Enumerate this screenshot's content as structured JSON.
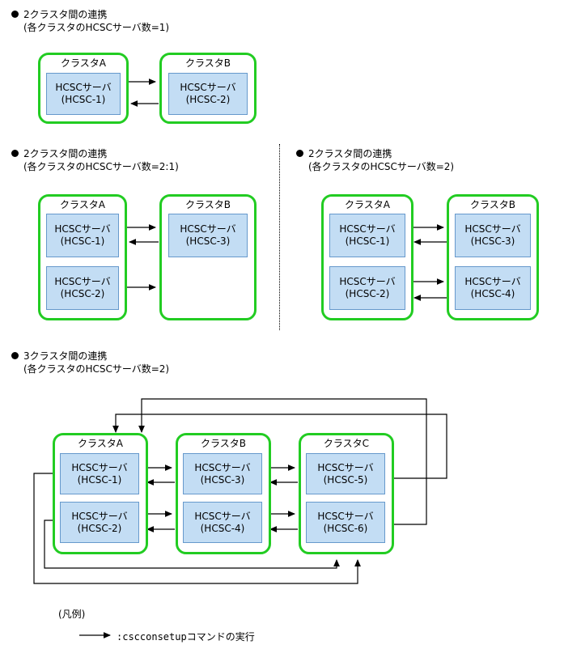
{
  "diagram": {
    "title_domain": "HCSC cluster coordination patterns",
    "colors": {
      "cluster_border": "#22cc22",
      "server_fill": "#c3ddf4",
      "server_border": "#6699cc",
      "wire": "#000000",
      "background": "#ffffff"
    }
  },
  "sections": [
    {
      "id": "s1",
      "heading_line1": "2クラスタ間の連携",
      "heading_line2": "(各クラスタのHCSCサーバ数=1)",
      "clusters": [
        {
          "label": "クラスタA",
          "servers": [
            {
              "line1": "HCSCサーバ",
              "line2": "(HCSC-1)"
            }
          ]
        },
        {
          "label": "クラスタB",
          "servers": [
            {
              "line1": "HCSCサーバ",
              "line2": "(HCSC-2)"
            }
          ]
        }
      ]
    },
    {
      "id": "s2",
      "heading_line1": "2クラスタ間の連携",
      "heading_line2": "(各クラスタのHCSCサーバ数=2:1)",
      "clusters": [
        {
          "label": "クラスタA",
          "servers": [
            {
              "line1": "HCSCサーバ",
              "line2": "(HCSC-1)"
            },
            {
              "line1": "HCSCサーバ",
              "line2": "(HCSC-2)"
            }
          ]
        },
        {
          "label": "クラスタB",
          "servers": [
            {
              "line1": "HCSCサーバ",
              "line2": "(HCSC-3)"
            }
          ]
        }
      ]
    },
    {
      "id": "s3",
      "heading_line1": "2クラスタ間の連携",
      "heading_line2": "(各クラスタのHCSCサーバ数=2)",
      "clusters": [
        {
          "label": "クラスタA",
          "servers": [
            {
              "line1": "HCSCサーバ",
              "line2": "(HCSC-1)"
            },
            {
              "line1": "HCSCサーバ",
              "line2": "(HCSC-2)"
            }
          ]
        },
        {
          "label": "クラスタB",
          "servers": [
            {
              "line1": "HCSCサーバ",
              "line2": "(HCSC-3)"
            },
            {
              "line1": "HCSCサーバ",
              "line2": "(HCSC-4)"
            }
          ]
        }
      ]
    },
    {
      "id": "s4",
      "heading_line1": "3クラスタ間の連携",
      "heading_line2": "(各クラスタのHCSCサーバ数=2)",
      "clusters": [
        {
          "label": "クラスタA",
          "servers": [
            {
              "line1": "HCSCサーバ",
              "line2": "(HCSC-1)"
            },
            {
              "line1": "HCSCサーバ",
              "line2": "(HCSC-2)"
            }
          ]
        },
        {
          "label": "クラスタB",
          "servers": [
            {
              "line1": "HCSCサーバ",
              "line2": "(HCSC-3)"
            },
            {
              "line1": "HCSCサーバ",
              "line2": "(HCSC-4)"
            }
          ]
        },
        {
          "label": "クラスタC",
          "servers": [
            {
              "line1": "HCSCサーバ",
              "line2": "(HCSC-5)"
            },
            {
              "line1": "HCSCサーバ",
              "line2": "(HCSC-6)"
            }
          ]
        }
      ]
    }
  ],
  "legend": {
    "title": "(凡例)",
    "separator": ":",
    "command": "cscconsetup",
    "suffix": "コマンドの実行"
  }
}
